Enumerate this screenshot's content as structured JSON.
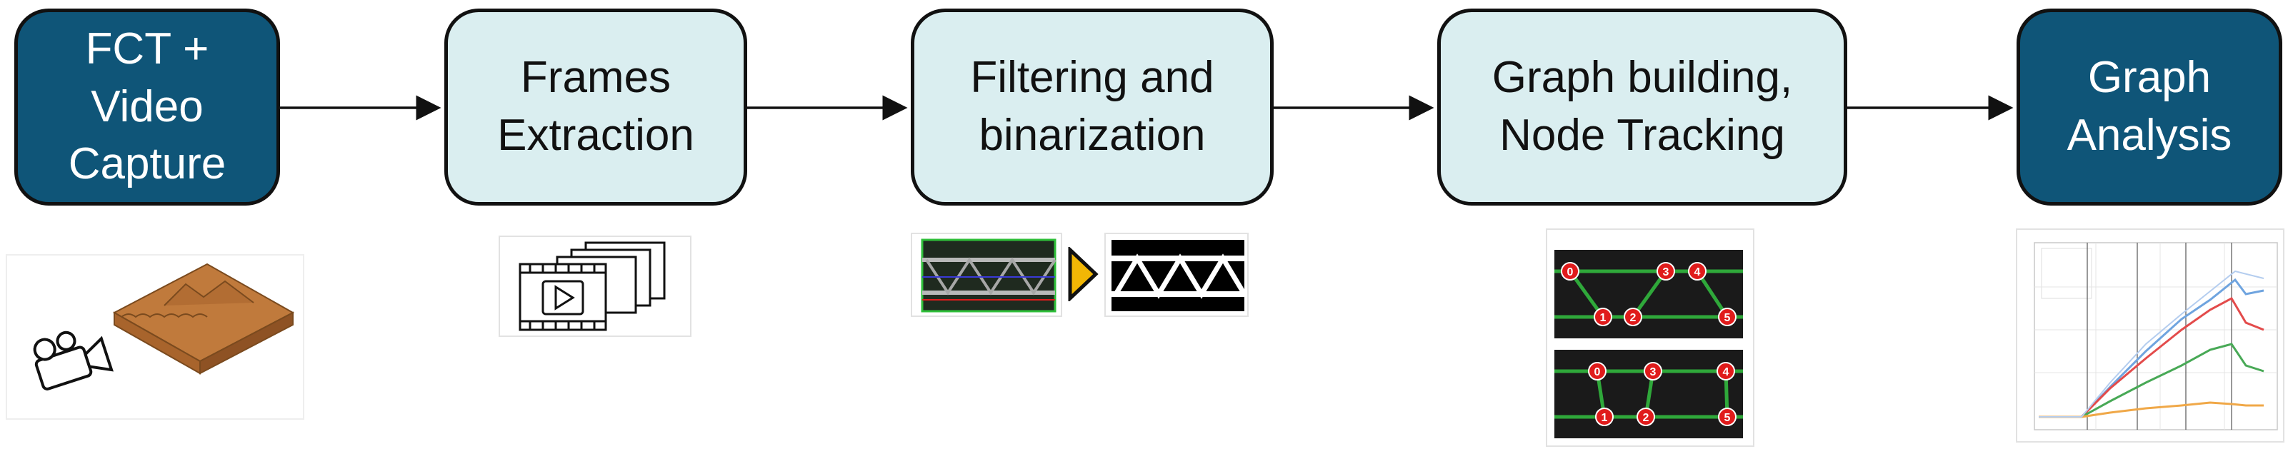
{
  "diagram": {
    "steps": [
      {
        "id": "fct",
        "label": "FCT +\nVideo\nCapture",
        "style": "dark"
      },
      {
        "id": "frames",
        "label": "Frames\nExtraction",
        "style": "light"
      },
      {
        "id": "filter",
        "label": "Filtering and\nbinarization",
        "style": "light"
      },
      {
        "id": "graph",
        "label": "Graph building,\nNode Tracking",
        "style": "light"
      },
      {
        "id": "analysis",
        "label": "Graph\nAnalysis",
        "style": "dark"
      }
    ],
    "edges": [
      {
        "from": "fct",
        "to": "frames"
      },
      {
        "from": "frames",
        "to": "filter"
      },
      {
        "from": "filter",
        "to": "graph"
      },
      {
        "from": "graph",
        "to": "analysis"
      }
    ],
    "node_tracking": {
      "top_frame_labels": [
        "0",
        "3",
        "4",
        "1",
        "2",
        "5"
      ],
      "bottom_frame_labels": [
        "0",
        "3",
        "4",
        "1",
        "2",
        "5"
      ]
    },
    "colors": {
      "dark_box": "#0f5578",
      "light_box": "#daeef0",
      "node_marker": "#e01b1b",
      "play_arrow": "#f2b705",
      "wood": "#c07a3c"
    }
  }
}
